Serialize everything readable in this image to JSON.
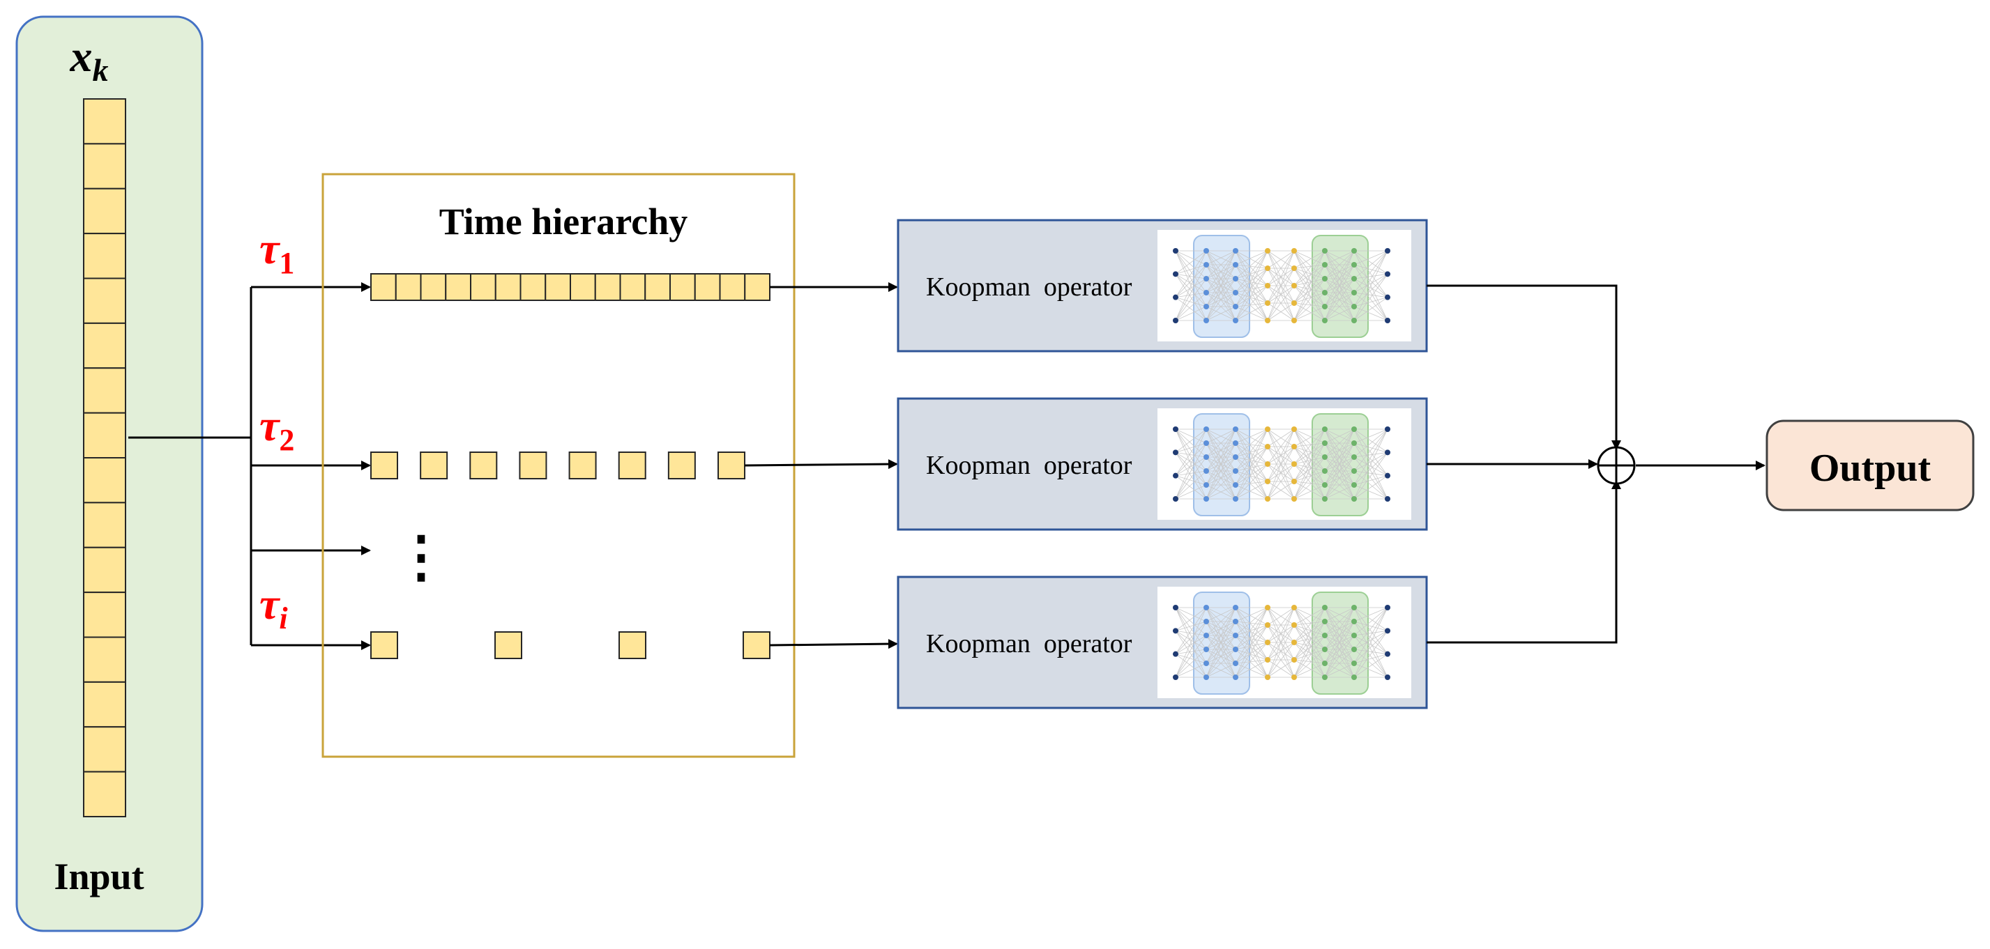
{
  "input_panel": {
    "variable": "x",
    "variable_subscript": "k",
    "label": "Input",
    "cell_count": 16
  },
  "scales": [
    {
      "symbol": "τ",
      "subscript": "1",
      "samples": 16
    },
    {
      "symbol": "τ",
      "subscript": "2",
      "samples": 8
    },
    {
      "symbol": "τ",
      "subscript": "i",
      "samples": 4
    }
  ],
  "ellipsis": "⋮",
  "hierarchy_box": {
    "title": "Time hierarchy"
  },
  "koopman_blocks": [
    {
      "label": "Koopman  operator"
    },
    {
      "label": "Koopman  operator"
    },
    {
      "label": "Koopman  operator"
    }
  ],
  "output_box": {
    "label": "Output"
  },
  "colors": {
    "input_panel_fill": "#e2efd9",
    "input_panel_border": "#4472c4",
    "cell_fill": "#ffe699",
    "cell_border": "#262626",
    "hierarchy_border": "#c9a33a",
    "koopman_fill": "#d6dce5",
    "koopman_border": "#2f5597",
    "output_fill": "#fbe5d6",
    "output_border": "#404040",
    "tau_color": "#ff0000",
    "nn_blue": "#dae8f8",
    "nn_green": "#d5ead0",
    "nn_yellow": "#e6b73b"
  }
}
